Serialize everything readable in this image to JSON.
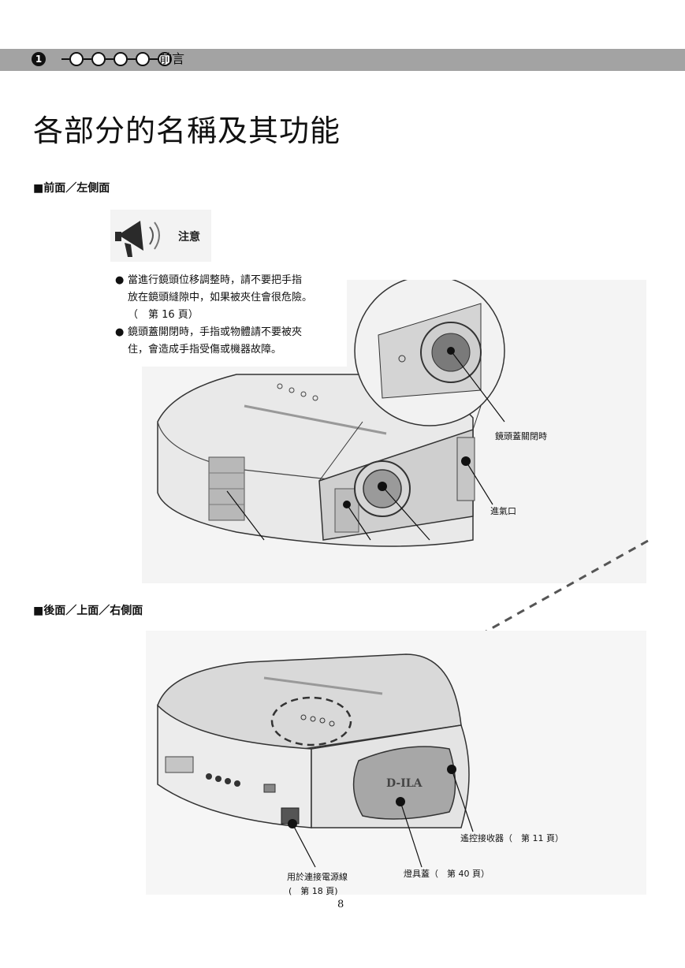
{
  "header": {
    "chapter_number": "1",
    "title": "前言"
  },
  "page_title": "各部分的名稱及其功能",
  "section1": {
    "heading": "■前面／左側面"
  },
  "caution": {
    "label": "注意",
    "bullets": [
      {
        "line1": "當進行鏡頭位移調整時，請不要把手指",
        "line2": "放在鏡頭縫隙中，如果被夾住會很危險。",
        "line3": "（　第 16 頁）"
      },
      {
        "line1": "鏡頭蓋開閉時，手指或物體請不要被夾",
        "line2": "住，會造成手指受傷或機器故障。"
      }
    ]
  },
  "figure1": {
    "callout_lens_cover_closed": "鏡頭蓋關閉時",
    "callout_air_intake": "進氣口"
  },
  "section2": {
    "heading": "■後面／上面／右側面"
  },
  "figure2": {
    "logo_text": "D-ILA",
    "callout_remote_sensor": "遙控接收器（　第 11 頁）",
    "callout_lamp_cover": "燈具蓋（　第 40 頁）",
    "callout_power_line1": "用於連接電源線",
    "callout_power_line2": "(　第 18 頁)"
  },
  "page_number": "8",
  "icons": [
    "megaphone-icon",
    "book-icon"
  ]
}
